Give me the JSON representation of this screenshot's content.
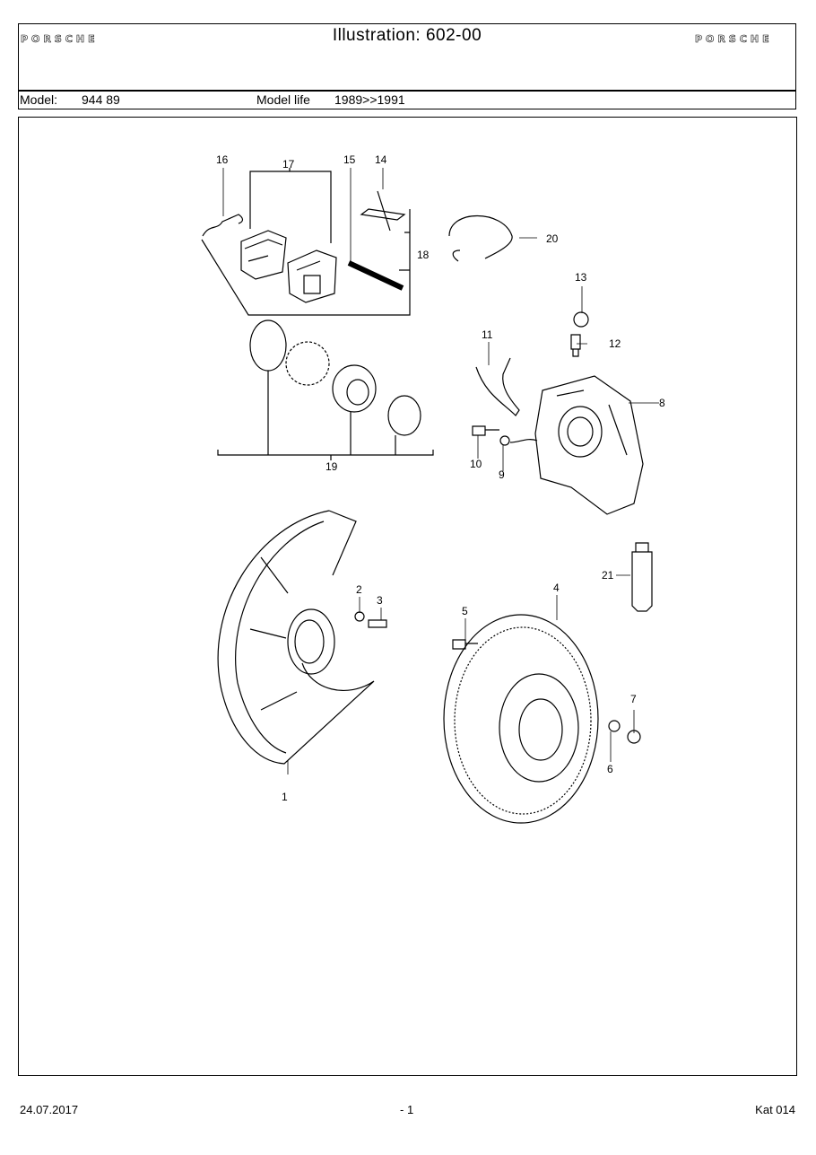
{
  "header": {
    "title": "Illustration: 602-00",
    "brand_left": "PORSCHE",
    "brand_right": "PORSCHE",
    "model_label": "Model:",
    "model_value": "944 89",
    "model_life_label": "Model life",
    "model_life_value": "1989>>1991"
  },
  "diagram": {
    "callouts": [
      "1",
      "2",
      "3",
      "4",
      "5",
      "6",
      "7",
      "8",
      "9",
      "10",
      "11",
      "12",
      "13",
      "14",
      "15",
      "16",
      "17",
      "18",
      "19",
      "20",
      "21"
    ]
  },
  "footer": {
    "date": "24.07.2017",
    "page": "- 1",
    "catalog": "Kat 014"
  }
}
